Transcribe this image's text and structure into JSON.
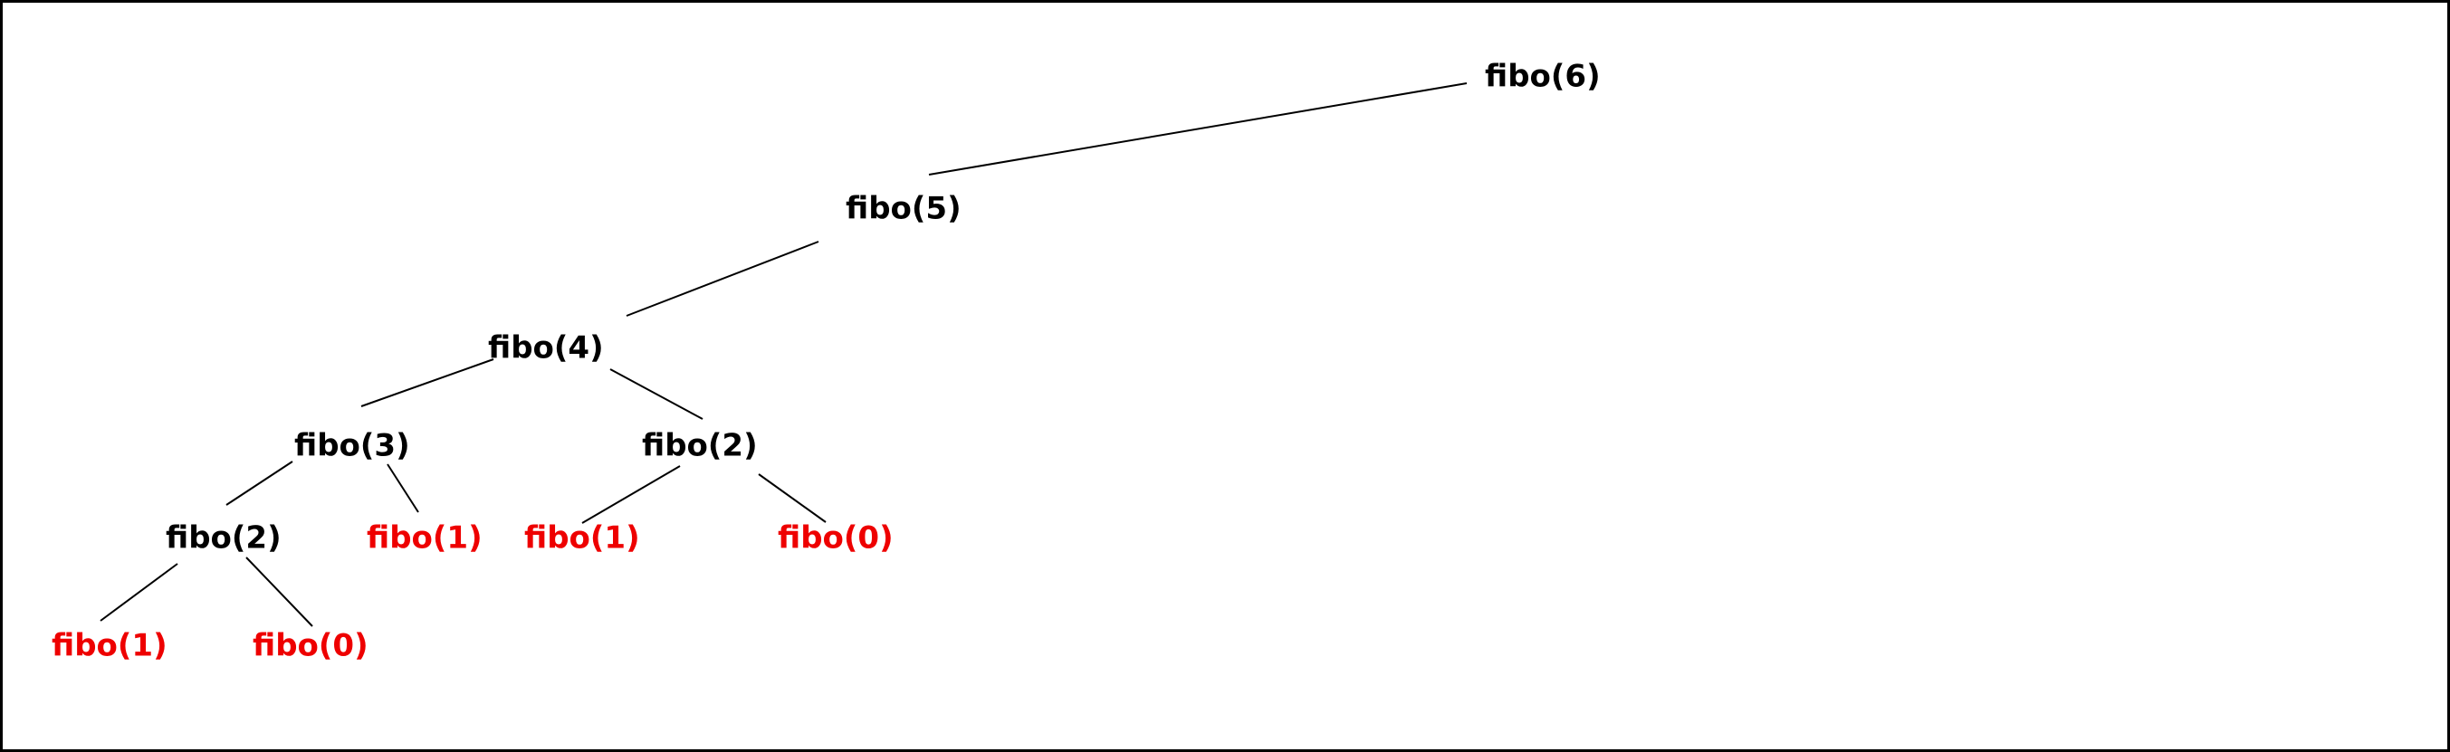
{
  "diagram": {
    "type": "recursion-tree",
    "colors": {
      "internal": "#000000",
      "leaf": "#ee0000",
      "edge": "#000000",
      "frame": "#000000",
      "background": "#ffffff"
    },
    "nodes": [
      {
        "id": "n0",
        "label": "fibo(6)",
        "kind": "internal"
      },
      {
        "id": "n1",
        "label": "fibo(5)",
        "kind": "internal"
      },
      {
        "id": "n2",
        "label": "fibo(4)",
        "kind": "internal"
      },
      {
        "id": "n3",
        "label": "fibo(3)",
        "kind": "internal"
      },
      {
        "id": "n4",
        "label": "fibo(2)",
        "kind": "internal"
      },
      {
        "id": "n5",
        "label": "fibo(2)",
        "kind": "internal"
      },
      {
        "id": "n6",
        "label": "fibo(1)",
        "kind": "leaf"
      },
      {
        "id": "n7",
        "label": "fibo(1)",
        "kind": "leaf"
      },
      {
        "id": "n8",
        "label": "fibo(0)",
        "kind": "leaf"
      },
      {
        "id": "n9",
        "label": "fibo(1)",
        "kind": "leaf"
      },
      {
        "id": "n10",
        "label": "fibo(0)",
        "kind": "leaf"
      }
    ],
    "edges": [
      {
        "from": "n0",
        "to": "n1"
      },
      {
        "from": "n1",
        "to": "n2"
      },
      {
        "from": "n2",
        "to": "n3"
      },
      {
        "from": "n2",
        "to": "n4"
      },
      {
        "from": "n3",
        "to": "n5"
      },
      {
        "from": "n3",
        "to": "n6"
      },
      {
        "from": "n4",
        "to": "n7"
      },
      {
        "from": "n4",
        "to": "n8"
      },
      {
        "from": "n5",
        "to": "n9"
      },
      {
        "from": "n5",
        "to": "n10"
      }
    ]
  }
}
